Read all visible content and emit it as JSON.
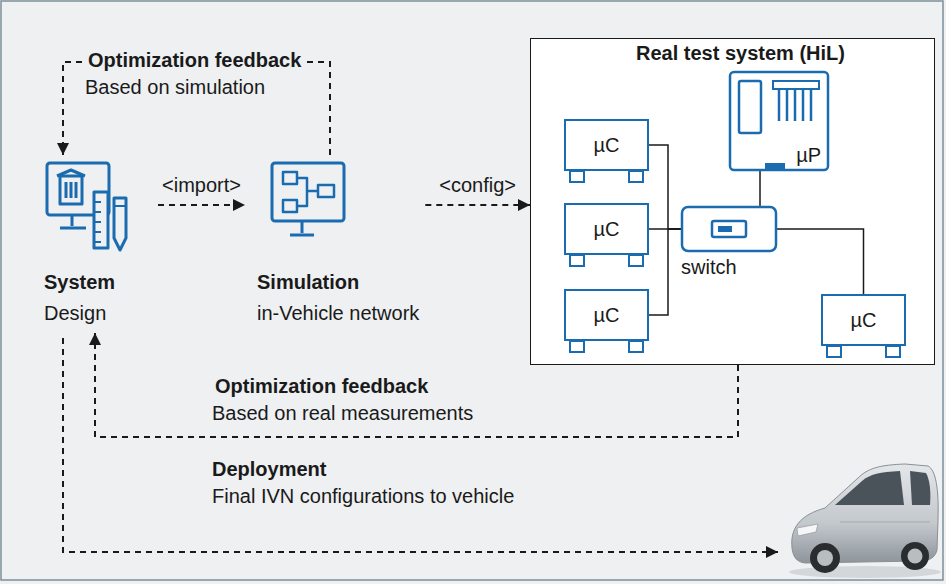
{
  "diagram": {
    "nodes": [
      {
        "text": [
          "System",
          "Design"
        ]
      },
      {
        "text": [
          "Simulation",
          "in-Vehicle network"
        ]
      },
      {
        "text": [
          "Real test system (HiL)"
        ]
      },
      {
        "text": [
          "µC"
        ],
        "in": 2
      },
      {
        "text": [
          "µP"
        ],
        "in": 2
      },
      {
        "text": [
          "µC"
        ],
        "in": 2
      },
      {
        "text": [
          "switch"
        ],
        "in": 2
      },
      {
        "text": [
          "µC"
        ],
        "in": 2
      },
      {
        "text": [
          "µC"
        ],
        "in": 2
      }
    ],
    "edges": [
      {
        "from": 0,
        "to": 1,
        "arrow": "to",
        "label": "<import>"
      },
      {
        "from": 1,
        "to": 2,
        "arrow": "to",
        "label": "<config>"
      },
      {
        "from": 1,
        "to": 0,
        "arrow": "to",
        "label": "Optimization feedback"
      },
      {
        "from": 2,
        "to": 0,
        "arrow": "to",
        "label": "Optimization feedback"
      },
      {
        "from": 3,
        "to": 6,
        "arrow": "none"
      },
      {
        "from": 4,
        "to": 6,
        "arrow": "none"
      },
      {
        "from": 5,
        "to": 6,
        "arrow": "none"
      },
      {
        "from": 7,
        "to": 6,
        "arrow": "none"
      },
      {
        "from": 6,
        "to": 8,
        "arrow": "none"
      }
    ],
    "labels": [
      "Based on simulation",
      "Based on real measurements",
      "Deployment",
      "Final IVN configurations to vehicle"
    ]
  }
}
